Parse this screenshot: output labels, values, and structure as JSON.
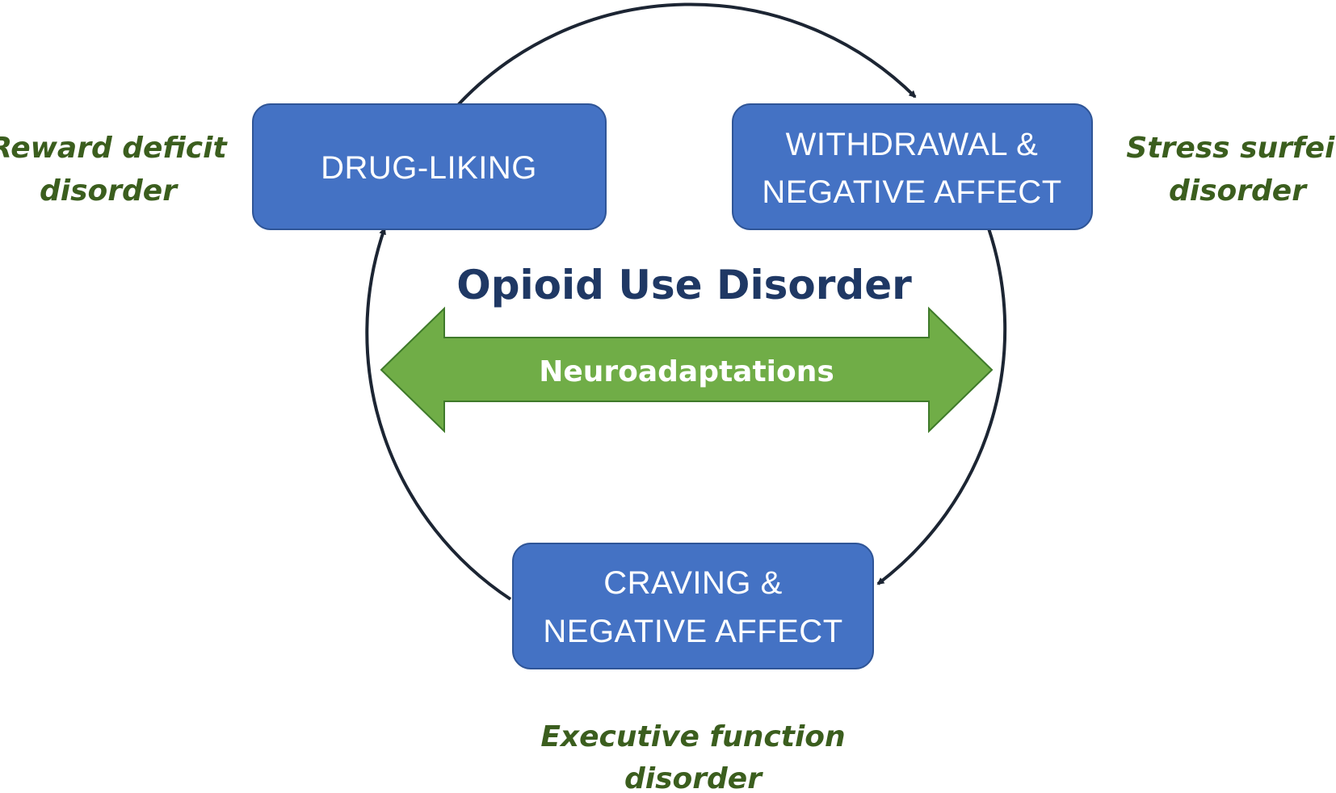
{
  "diagram": {
    "title": "Opioid Use Disorder",
    "center_arrow": {
      "label": "Neuroadaptations",
      "color": "#70ad47"
    },
    "box_color": "#4472c4",
    "box_border_color": "#2f5597",
    "cycle_color": "#1c2533",
    "nodes": [
      {
        "id": "drug-liking",
        "lines": [
          "DRUG-LIKING"
        ]
      },
      {
        "id": "withdrawal",
        "lines": [
          "WITHDRAWAL &",
          "NEGATIVE AFFECT"
        ]
      },
      {
        "id": "craving",
        "lines": [
          "CRAVING &",
          "NEGATIVE AFFECT"
        ]
      }
    ],
    "side_labels": {
      "reward": [
        "Reward deficit",
        "disorder"
      ],
      "stress": [
        "Stress surfeit",
        "disorder"
      ],
      "executive": [
        "Executive function",
        "disorder"
      ]
    },
    "edges": [
      {
        "from": "drug-liking",
        "to": "withdrawal"
      },
      {
        "from": "withdrawal",
        "to": "craving"
      },
      {
        "from": "craving",
        "to": "drug-liking"
      }
    ]
  }
}
